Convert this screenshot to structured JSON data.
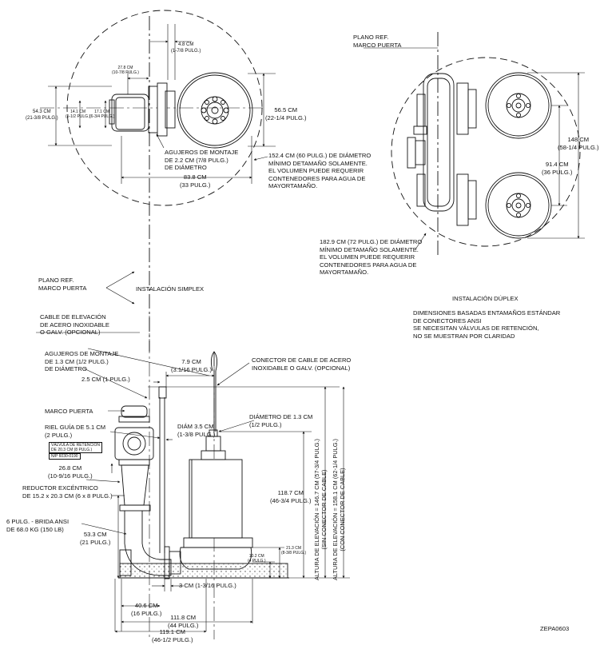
{
  "simplex_top": {
    "dim_48": [
      "4.8 CM",
      "(1-7/8 PULG.)"
    ],
    "dim_278": [
      "27.8 CM",
      "(10-7/8 PULG.)"
    ],
    "dim_543": [
      "54.3 CM",
      "(21-3/8 PULG.)"
    ],
    "dim_141": [
      "14.1 CM",
      "(5-1/2 PULG.)"
    ],
    "dim_171": [
      "17.1 CM",
      "(6-3/4 PULG.)"
    ],
    "dim_565": [
      "56.5 CM",
      "(22-1/4 PULG.)"
    ],
    "mount_holes": [
      "AGUJEROS DE MONTAJE",
      "DE 2.2 CM (7/8 PULG.)",
      "DE DIÁMETRO"
    ],
    "dim_838": [
      "83.8 CM",
      "(33 PULG.)"
    ],
    "basin_note": [
      "152.4 CM (60 PULG.) DE DIÁMETRO",
      "MÍNIMO DETAMAÑO SOLAMENTE.",
      "EL VOLUMEN PUEDE REQUERIR",
      "CONTENEDORES PARA AGUA DE",
      "MAYORTAMAÑO."
    ]
  },
  "duplex_top": {
    "ref": [
      "PLANO REF.",
      "MARCO PUERTA"
    ],
    "dim_148": [
      "148 CM",
      "(58-1/4 PULG.)"
    ],
    "dim_914": [
      "91.4 CM",
      "(36 PULG.)"
    ],
    "basin_note": [
      "182.9 CM (72 PULG.) DE DIÁMETRO",
      "MÍNIMO DETAMAÑO SOLAMENTE.",
      "EL VOLUMEN PUEDE REQUERIR",
      "CONTENEDORES PARA AGUA DE",
      "MAYORTAMAÑO."
    ],
    "title": "INSTALACIÓN DÚPLEX",
    "notes": [
      "DIMENSIONES BASADAS ENTAMAÑOS ESTÁNDAR",
      "DE CONECTORES ANSI",
      "SE NECESITAN VÁLVULAS DE RETENCIÓN,",
      "NO SE MUESTRAN POR CLARIDAD"
    ]
  },
  "simplex_ref": [
    "PLANO REF.",
    "MARCO PUERTA"
  ],
  "simplex_title": "INSTALACIÓN SIMPLEX",
  "elevation": {
    "cable": [
      "CABLE DE ELEVACIÓN",
      "DE ACERO INOXIDABLE",
      "O GALV. (OPCIONAL)"
    ],
    "mount_holes": [
      "AGUJEROS DE MONTAJE",
      "DE 1.3 CM (1/2 PULG.)",
      "DE DIÁMETRO"
    ],
    "dim_25": "2.5 CM (1 PULG.)",
    "dim_79": [
      "7.9 CM",
      "(3.1/16 PULG.)"
    ],
    "connector": [
      "CONECTOR DE CABLE DE ACERO",
      "INOXIDABLE O GALV. (OPCIONAL)"
    ],
    "hatch_frame": "MARCO PUERTA",
    "guide_rail": [
      "RIEL GUÍA DE 5.1 CM",
      "(2 PULG.)"
    ],
    "check_valve": [
      "VÁLVULA DE RETENCIÓN",
      "DE 20.3 CM (8 PULG.)"
    ],
    "part_number": "N/P 6030-0190",
    "diam_13": [
      "DIÁMETRO DE 1.3 CM",
      "(1/2 PULG.)"
    ],
    "diam_35": [
      "DIÁM 3.5 CM",
      "(1-3/8 PULG.)"
    ],
    "dim_268": [
      "26.8 CM",
      "(10-9/16 PULG.)"
    ],
    "reducer": [
      "REDUCTOR EXCÉNTRICO",
      "DE 15.2 x 20.3 CM (6 x 8 PULG.)"
    ],
    "flange": [
      "6 PULG. - BRIDA ANSI",
      "DE 68.0 KG (150 LB)"
    ],
    "dim_533": [
      "53.3 CM",
      "(21 PULG.)"
    ],
    "dim_1187": [
      "118.7 CM",
      "(46-3/4 PULG.)"
    ],
    "dim_213": [
      "21.3 CM",
      "(8-3/8 PULG.)"
    ],
    "dim_102": [
      "10.2 CM",
      "(4 PULG.)"
    ],
    "dim_3": "3 CM (1-3/16 PULG.)",
    "dim_406": [
      "40.6 CM",
      "(16 PULG.)"
    ],
    "dim_1118": [
      "111.8 CM",
      "(44 PULG.)"
    ],
    "dim_1191": [
      "119.1 CM",
      "(46-1/2 PULG.)"
    ],
    "lift_height_1": [
      "ALTURA DE ELEVACIÓN = 146.7 CM (57-3/4 PULG.)",
      "(SIN CONECTOR DE CABLE)"
    ],
    "lift_height_2": [
      "ALTURA DE ELEVACIÓN = 158.1 CM (62-1/4 PULG.)",
      "(CON CONECTOR DE CABLE)"
    ]
  },
  "drawing_code": "ZEPA0603"
}
